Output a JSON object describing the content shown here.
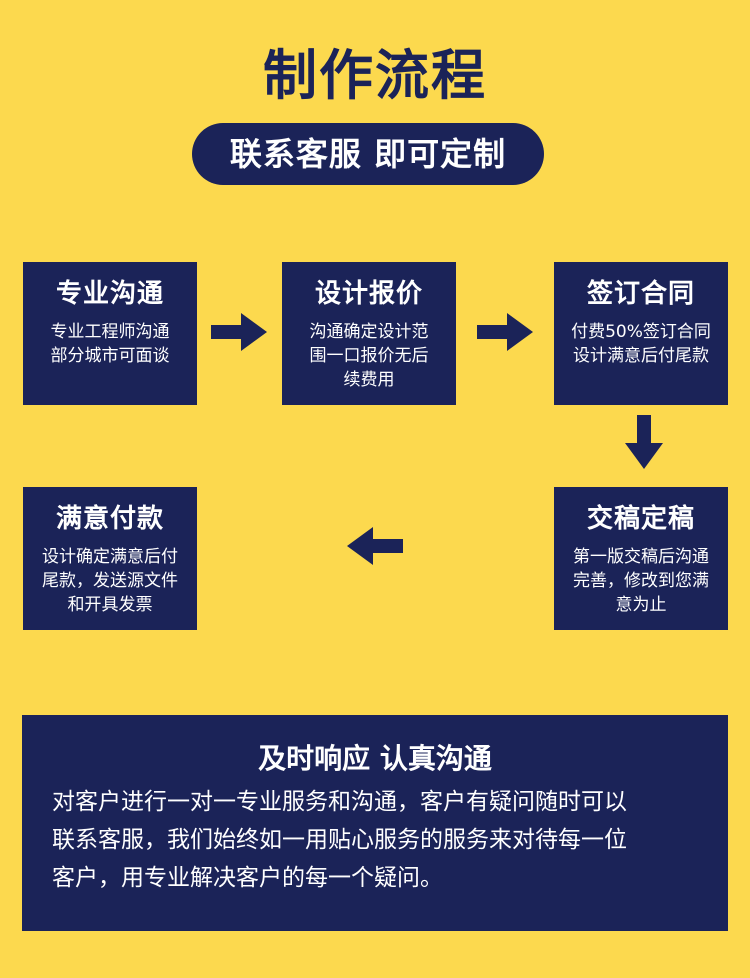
{
  "title": "制作流程",
  "subtitle": "联系客服 即可定制",
  "steps": [
    {
      "title": "专业沟通",
      "lines": [
        "专业工程师沟通",
        "部分城市可面谈"
      ]
    },
    {
      "title": "设计报价",
      "lines": [
        "沟通确定设计范",
        "围一口报价无后",
        "续费用"
      ]
    },
    {
      "title": "签订合同",
      "lines": [
        "付费50%签订合同",
        "设计满意后付尾款"
      ]
    },
    {
      "title": "交稿定稿",
      "lines": [
        "第一版交稿后沟通",
        "完善，修改到您满",
        "意为止"
      ]
    },
    {
      "title": "满意付款",
      "lines": [
        "设计确定满意后付",
        "尾款，发送源文件",
        "和开具发票"
      ]
    }
  ],
  "bottom": {
    "title": "及时响应 认真沟通",
    "lines": [
      "对客户进行一对一专业服务和沟通，客户有疑问随时可以",
      "联系客服，我们始终如一用贴心服务的服务来对待每一位",
      "客户，用专业解决客户的每一个疑问。"
    ]
  },
  "colors": {
    "background": "#FCD94E",
    "navy": "#1B2358",
    "text": "#FFFFFF"
  },
  "icons": [
    "arrow-right-icon",
    "arrow-right-icon",
    "arrow-down-icon",
    "arrow-left-icon"
  ]
}
